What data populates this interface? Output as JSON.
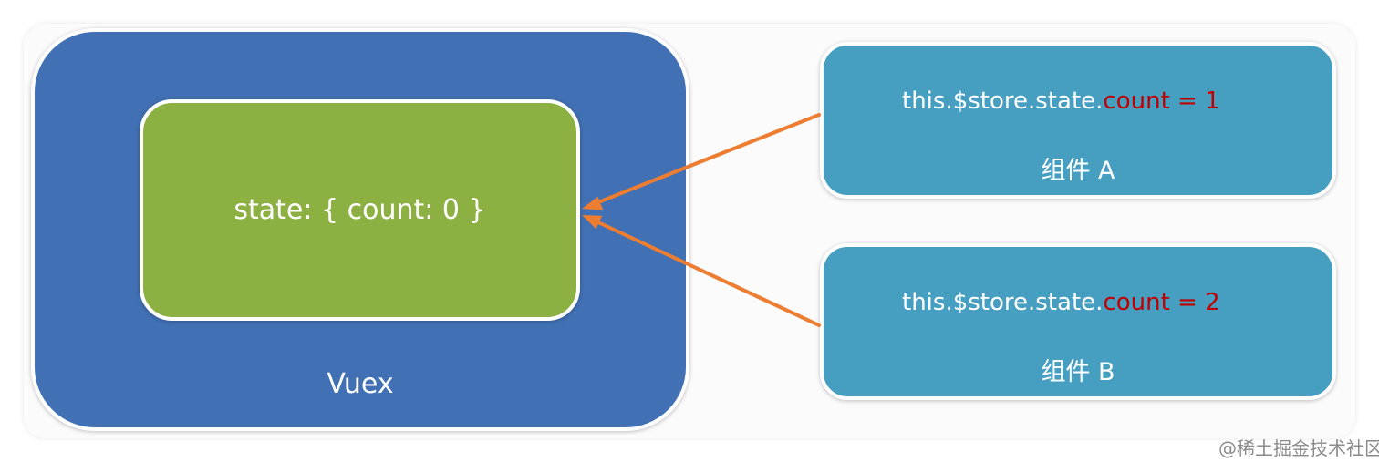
{
  "colors": {
    "vuex_bg": "#4170b4",
    "state_bg": "#8db042",
    "component_bg": "#469fc1",
    "highlight": "#c00000",
    "arrow": "#ec7d31"
  },
  "state": {
    "text": "state: { count: 0 }"
  },
  "vuex": {
    "label": "Vuex"
  },
  "component_a": {
    "code_prefix": "this.$store.state.",
    "code_highlight": "count = 1",
    "label": "组件 A"
  },
  "component_b": {
    "code_prefix": "this.$store.state.",
    "code_highlight": "count = 2",
    "label": "组件 B"
  },
  "watermark": {
    "text": "@稀土掘金技术社区"
  }
}
